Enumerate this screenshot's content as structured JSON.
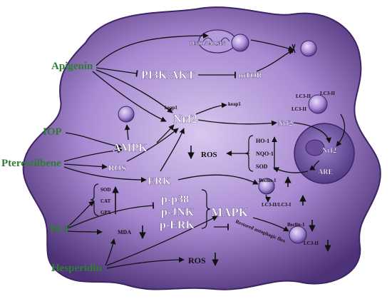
{
  "colors": {
    "cell_light": "#c9b3e6",
    "cell_mid": "#9d7fc9",
    "cell_dark": "#4e3278",
    "nucleus": "#7253a3",
    "drug_text": "#2e7d32",
    "node_text": "#ffffff",
    "arrow": "#1a1a1a"
  },
  "drugs": {
    "apigenin": "Apigenin",
    "iop": "IOP",
    "pterostilbene": "Pterostilbene",
    "blf": "BLF",
    "hesperidin": "Hesperidin"
  },
  "nodes": {
    "pink1_parkin": "PINK1/PARKIN",
    "pi3k_akt": "PI3K/AKT",
    "mtor": "mTOR",
    "keap1_top": "keap1",
    "keap1_right": "keap1",
    "nrf2_main": "Nrf2",
    "nrf2_right": "Nrf2",
    "nrf2_nucleus": "Nrf2",
    "are": "ARE",
    "lc3_ii_a": "LC3-II",
    "lc3_ii_b": "LC3-II",
    "lc3_ii_c": "LC3-II",
    "ampk": "AMPK",
    "ros_left": "ROS",
    "erk": "ERK",
    "ros_mid": "ROS",
    "ho1": "HO-1",
    "nqo1": "NQO-1",
    "sod_right": "SOD",
    "beclin_top": "Beclin-1",
    "lc3_ratio": "LC3-II/LC3-I",
    "sod_left": "SOD",
    "cat": "CAT",
    "gpx": "GPX",
    "p_p38": "p-p38",
    "p_jnk": "p-JNK",
    "p_erk": "p-ERK",
    "mapk": "MAPK",
    "restored_flux": "Restored autophagic flux",
    "beclin_bottom": "Beclin-1",
    "lc3_ii_bottom": "LC3-II",
    "mda": "MDA",
    "ros_bottom": "ROS"
  }
}
